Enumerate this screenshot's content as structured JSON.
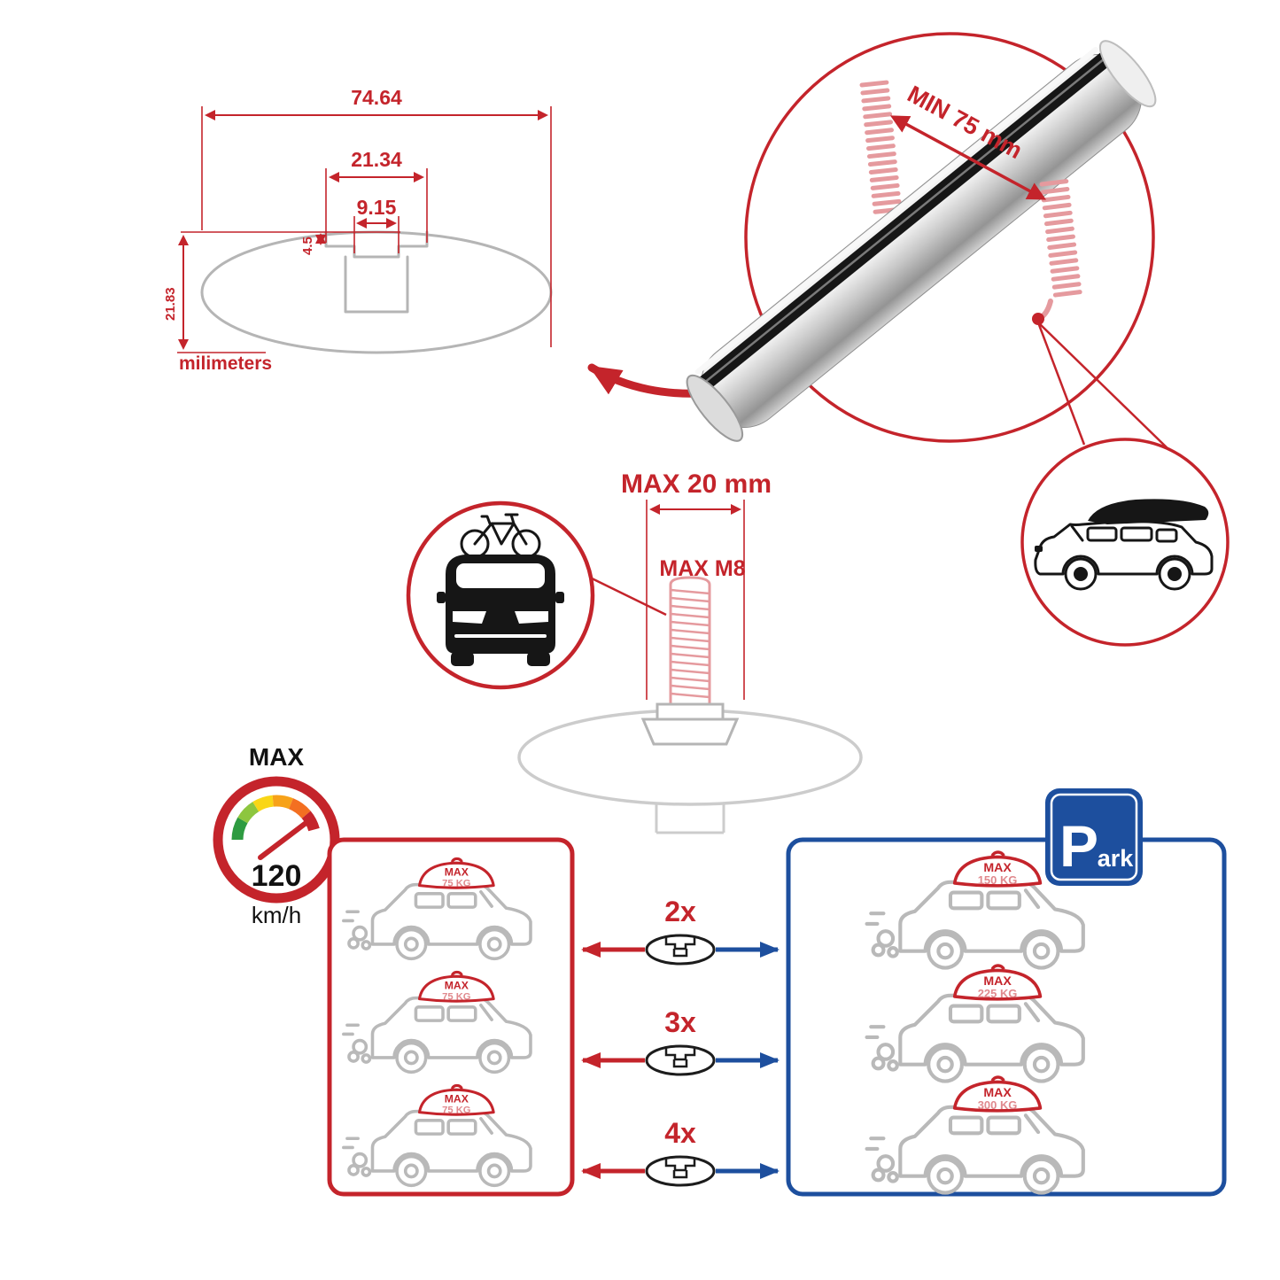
{
  "colors": {
    "red": "#c4242b",
    "pink": "#e59a9e",
    "blue": "#1d4f9e",
    "gray": "#b5b5b5",
    "dark": "#111111"
  },
  "dimension_diagram": {
    "total_width": "74.64",
    "channel_width": "21.34",
    "slot_width": "9.15",
    "slot_depth": "4.5",
    "bar_height": "21.83",
    "units_label": "milimeters"
  },
  "bar_detail": {
    "clamp_min_label": "MIN 75 mm"
  },
  "bolt_diagram": {
    "max_length_label": "MAX 20 mm",
    "max_thread_label": "MAX M8"
  },
  "speed_limit": {
    "label": "MAX",
    "value": "120",
    "units": "km/h"
  },
  "left_panel": {
    "cars": [
      {
        "max_label": "MAX",
        "load": "75 KG"
      },
      {
        "max_label": "MAX",
        "load": "75 KG"
      },
      {
        "max_label": "MAX",
        "load": "75 KG"
      }
    ]
  },
  "multipliers": [
    {
      "label": "2x"
    },
    {
      "label": "3x"
    },
    {
      "label": "4x"
    }
  ],
  "right_panel": {
    "cars": [
      {
        "max_label": "MAX",
        "load": "150 KG"
      },
      {
        "max_label": "MAX",
        "load": "225 KG"
      },
      {
        "max_label": "MAX",
        "load": "300 KG"
      }
    ],
    "park_sign": {
      "letter": "P",
      "suffix": "ark"
    }
  }
}
